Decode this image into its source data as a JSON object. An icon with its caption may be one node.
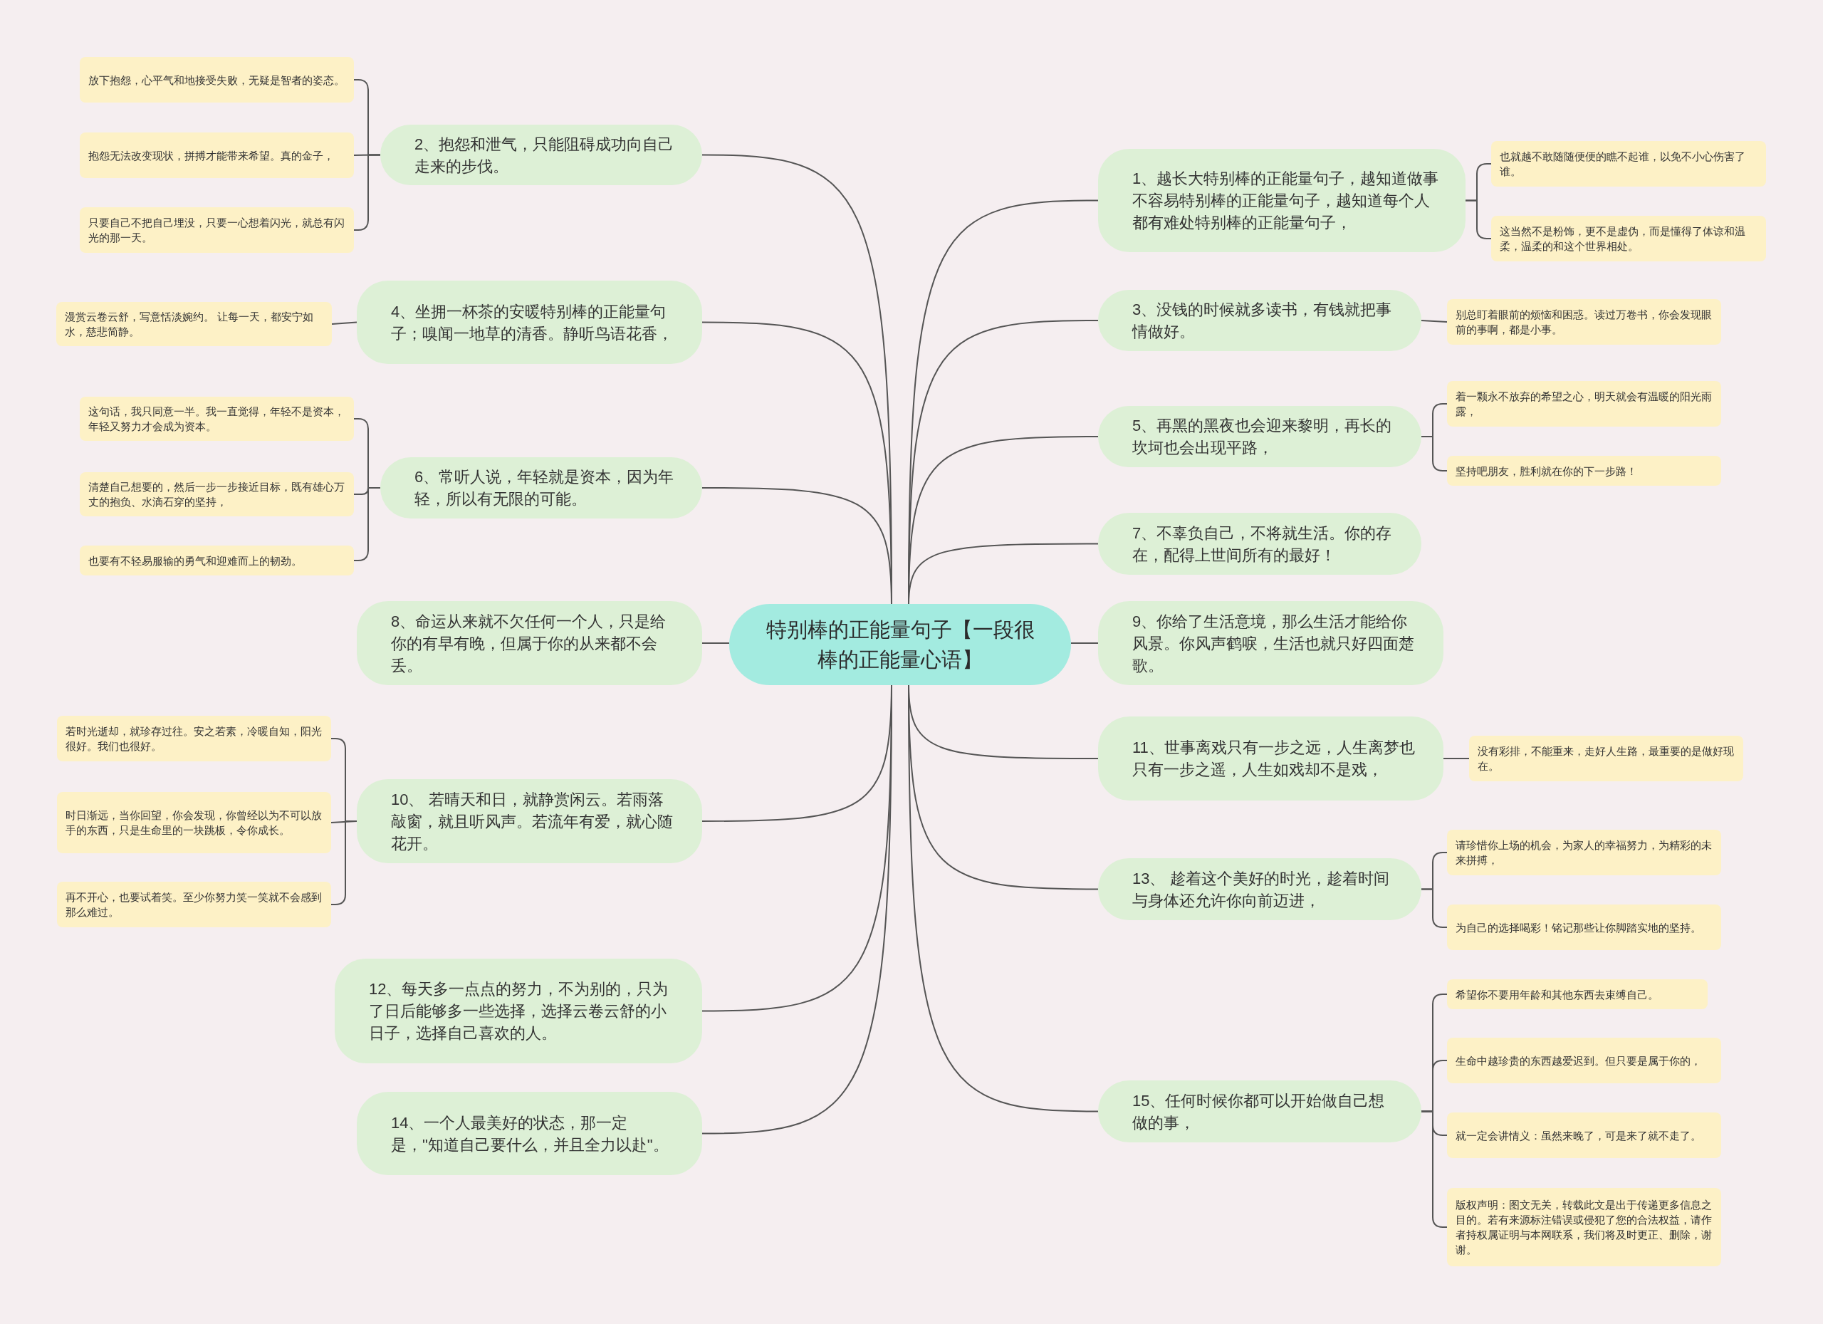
{
  "diagram": {
    "nodes": [
      {
        "text": [
          "特别棒的正能量句子【一段很棒的正能量心语】"
        ]
      },
      {
        "text": [
          "1、越长大特别棒的正能量句子，越知道做事不容易特别棒的正能量句子，越知道每个人都有难处特别棒的正能量句子，"
        ]
      },
      {
        "text": [
          "也就越不敢随随便便的瞧不起谁，以免不小心伤害了谁。"
        ]
      },
      {
        "text": [
          "这当然不是粉饰，更不是虚伪，而是懂得了体谅和温柔，温柔的和这个世界相处。"
        ]
      },
      {
        "text": [
          "2、抱怨和泄气，只能阻碍成功向自己走来的步伐。"
        ]
      },
      {
        "text": [
          "放下抱怨，心平气和地接受失败，无疑是智者的姿态。"
        ]
      },
      {
        "text": [
          "抱怨无法改变现状，拼搏才能带来希望。真的金子，"
        ]
      },
      {
        "text": [
          "只要自己不把自己埋没，只要一心想着闪光，就总有闪光的那一天。"
        ]
      },
      {
        "text": [
          "3、没钱的时候就多读书，有钱就把事情做好。"
        ]
      },
      {
        "text": [
          "别总盯着眼前的烦恼和困惑。读过万卷书，你会发现眼前的事啊，都是小事。"
        ]
      },
      {
        "text": [
          "4、坐拥一杯茶的安暖特别棒的正能量句子；嗅闻一地草的清香。静听鸟语花香，"
        ]
      },
      {
        "text": [
          "漫赏云卷云舒，写意恬淡婉约。 让每一天，都安宁如水，慈悲简静。"
        ]
      },
      {
        "text": [
          "5、再黑的黑夜也会迎来黎明，再长的坎坷也会出现平路，"
        ]
      },
      {
        "text": [
          "着一颗永不放弃的希望之心，明天就会有温暖的阳光雨露，"
        ]
      },
      {
        "text": [
          "坚持吧朋友，胜利就在你的下一步路！"
        ]
      },
      {
        "text": [
          "6、常听人说，年轻就是资本，因为年轻，所以有无限的可能。"
        ]
      },
      {
        "text": [
          "这句话，我只同意一半。我一直觉得，年轻不是资本，年轻又努力才会成为资本。"
        ]
      },
      {
        "text": [
          "清楚自己想要的，然后一步一步接近目标，既有雄心万丈的抱负、水滴石穿的坚持，"
        ]
      },
      {
        "text": [
          "也要有不轻易服输的勇气和迎难而上的韧劲。"
        ]
      },
      {
        "text": [
          "7、不辜负自己，不将就生活。你的存在，配得上世间所有的最好！"
        ]
      },
      {
        "text": [
          "8、命运从来就不欠任何一个人，只是给你的有早有晚，但属于你的从来都不会丢。"
        ]
      },
      {
        "text": [
          "9、你给了生活意境，那么生活才能给你风景。你风声鹤唳，生活也就只好四面楚歌。"
        ]
      },
      {
        "text": [
          "10、 若晴天和日，就静赏闲云。若雨落敲窗，就且听风声。若流年有爱，就心随花开。"
        ]
      },
      {
        "text": [
          "若时光逝却，就珍存过往。安之若素，冷暖自知，阳光很好。我们也很好。"
        ]
      },
      {
        "text": [
          "时日渐远，当你回望，你会发现，你曾经以为不可以放手的东西，只是生命里的一块跳板，令你成长。"
        ]
      },
      {
        "text": [
          "再不开心，也要试着笑。至少你努力笑一笑就不会感到那么难过。"
        ]
      },
      {
        "text": [
          "11、世事离戏只有一步之远，人生离梦也只有一步之遥，人生如戏却不是戏，"
        ]
      },
      {
        "text": [
          "没有彩排，不能重来，走好人生路，最重要的是做好现在。"
        ]
      },
      {
        "text": [
          "12、每天多一点点的努力，不为别的，只为了日后能够多一些选择，选择云卷云舒的小日子，选择自己喜欢的人。"
        ]
      },
      {
        "text": [
          "13、 趁着这个美好的时光，趁着时间与身体还允许你向前迈进，"
        ]
      },
      {
        "text": [
          "请珍惜你上场的机会，为家人的幸福努力，为精彩的未来拼搏，"
        ]
      },
      {
        "text": [
          "为自己的选择喝彩！铭记那些让你脚踏实地的坚持。"
        ]
      },
      {
        "text": [
          "14、一个人最美好的状态，那一定是，\"知道自己要什么，并且全力以赴\"。"
        ]
      },
      {
        "text": [
          "15、任何时候你都可以开始做自己想做的事，"
        ]
      },
      {
        "text": [
          "希望你不要用年龄和其他东西去束缚自己。"
        ]
      },
      {
        "text": [
          "生命中越珍贵的东西越爱迟到。但只要是属于你的，"
        ]
      },
      {
        "text": [
          "就一定会讲情义：虽然来晚了，可是来了就不走了。"
        ]
      },
      {
        "text": [
          "版权声明：图文无关，转载此文是出于传递更多信息之目的。若有来源标注错误或侵犯了您的合法权益，请作者持权属证明与本网联系，我们将及时更正、删除，谢谢。"
        ]
      }
    ],
    "edges": [
      {
        "from": 0,
        "to": 1,
        "arrow": "none"
      },
      {
        "from": 1,
        "to": 2,
        "arrow": "none"
      },
      {
        "from": 1,
        "to": 3,
        "arrow": "none"
      },
      {
        "from": 0,
        "to": 4,
        "arrow": "none"
      },
      {
        "from": 4,
        "to": 5,
        "arrow": "none"
      },
      {
        "from": 4,
        "to": 6,
        "arrow": "none"
      },
      {
        "from": 4,
        "to": 7,
        "arrow": "none"
      },
      {
        "from": 0,
        "to": 8,
        "arrow": "none"
      },
      {
        "from": 8,
        "to": 9,
        "arrow": "none"
      },
      {
        "from": 0,
        "to": 10,
        "arrow": "none"
      },
      {
        "from": 10,
        "to": 11,
        "arrow": "none"
      },
      {
        "from": 0,
        "to": 12,
        "arrow": "none"
      },
      {
        "from": 12,
        "to": 13,
        "arrow": "none"
      },
      {
        "from": 12,
        "to": 14,
        "arrow": "none"
      },
      {
        "from": 0,
        "to": 15,
        "arrow": "none"
      },
      {
        "from": 15,
        "to": 16,
        "arrow": "none"
      },
      {
        "from": 15,
        "to": 17,
        "arrow": "none"
      },
      {
        "from": 15,
        "to": 18,
        "arrow": "none"
      },
      {
        "from": 0,
        "to": 19,
        "arrow": "none"
      },
      {
        "from": 0,
        "to": 20,
        "arrow": "none"
      },
      {
        "from": 0,
        "to": 21,
        "arrow": "none"
      },
      {
        "from": 0,
        "to": 22,
        "arrow": "none"
      },
      {
        "from": 22,
        "to": 23,
        "arrow": "none"
      },
      {
        "from": 22,
        "to": 24,
        "arrow": "none"
      },
      {
        "from": 22,
        "to": 25,
        "arrow": "none"
      },
      {
        "from": 0,
        "to": 26,
        "arrow": "none"
      },
      {
        "from": 26,
        "to": 27,
        "arrow": "none"
      },
      {
        "from": 0,
        "to": 28,
        "arrow": "none"
      },
      {
        "from": 0,
        "to": 29,
        "arrow": "none"
      },
      {
        "from": 29,
        "to": 30,
        "arrow": "none"
      },
      {
        "from": 29,
        "to": 31,
        "arrow": "none"
      },
      {
        "from": 0,
        "to": 32,
        "arrow": "none"
      },
      {
        "from": 0,
        "to": 33,
        "arrow": "none"
      },
      {
        "from": 33,
        "to": 34,
        "arrow": "none"
      },
      {
        "from": 33,
        "to": 35,
        "arrow": "none"
      },
      {
        "from": 33,
        "to": 36,
        "arrow": "none"
      },
      {
        "from": 33,
        "to": 37,
        "arrow": "none"
      }
    ]
  }
}
